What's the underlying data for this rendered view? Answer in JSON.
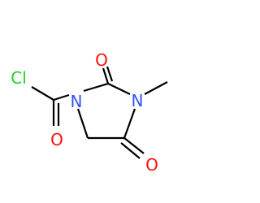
{
  "molecule": {
    "atoms": {
      "cl": {
        "label": "Cl",
        "color": "#1fd01f"
      },
      "o_acyl": {
        "label": "O",
        "color": "#ff0d0d"
      },
      "n1": {
        "label": "N",
        "color": "#3050f8"
      },
      "o_c2": {
        "label": "O",
        "color": "#ff0d0d"
      },
      "n3": {
        "label": "N",
        "color": "#3050f8"
      },
      "o_c4": {
        "label": "O",
        "color": "#ff0d0d"
      }
    },
    "bond_color": "#000000"
  }
}
